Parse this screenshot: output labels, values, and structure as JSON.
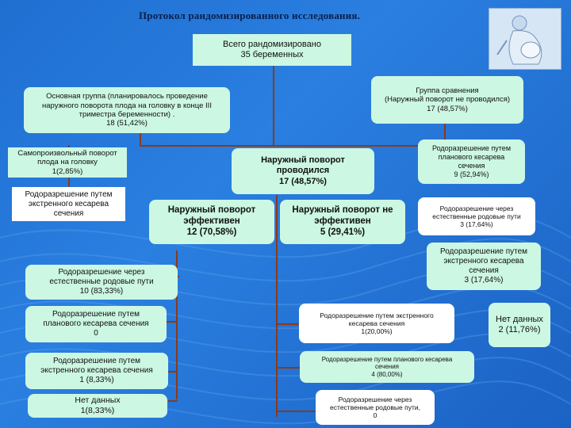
{
  "title": "Протокол рандомизированного исследования.",
  "image_alt": "pregnant-woman-illustration",
  "nodes": {
    "total": "Всего рандомизировано\n35 беременных",
    "main_group": "Основная группа (планировалось проведение\nнаружного поворота плода на головку в конце III\nтриместра беременности) .\n18 (51,42%)",
    "comparison_group": "Группа сравнения\n(Наружный поворот не проводился)\n17 (48,57%)",
    "spontaneous": "Самопроизвольный поворот\nплода на головку\n1(2,85%)",
    "main_emergency_cs": "Родоразрешение путем\nэкстренного кесарева\nсечения",
    "ev_done": "Наружный поворот\nпроводился\n17 (48,57%)",
    "comp_planned_cs": "Родоразрешение путем\nпланового кесарева\nсечения\n9 (52,94%)",
    "comp_natural": "Родоразрешение через\nестественные родовые пути\n3 (17,64%)",
    "comp_emergency_cs": "Родоразрешение путем\nэкстренного кесарева\nсечения\n3 (17,64%)",
    "comp_no_data": "Нет данных\n2 (11,76%)",
    "ev_effective": "Наружный поворот\nэффективен\n12 (70,58%)",
    "ev_not_effective": "Наружный поворот не\nэффективен\n5 (29,41%)",
    "eff_natural": "Родоразрешение через\nестественные родовые пути\n10 (83,33%)",
    "eff_planned_cs": "Родоразрешение путем\nпланового кесарева сечения\n0",
    "eff_emergency_cs": "Родоразрешение путем\nэкстренного кесарева сечения\n1 (8,33%)",
    "eff_no_data": "Нет данных\n1(8,33%)",
    "neff_emergency_cs": "Родоразрешение путем экстренного\nкесарева сечения\n1(20,00%)",
    "neff_planned_cs": "Родоразрешение путем планового кесарева\nсечения\n4 (80,00%)",
    "neff_natural": "Родоразрешение через\nестественные родовые пути,\n0"
  }
}
